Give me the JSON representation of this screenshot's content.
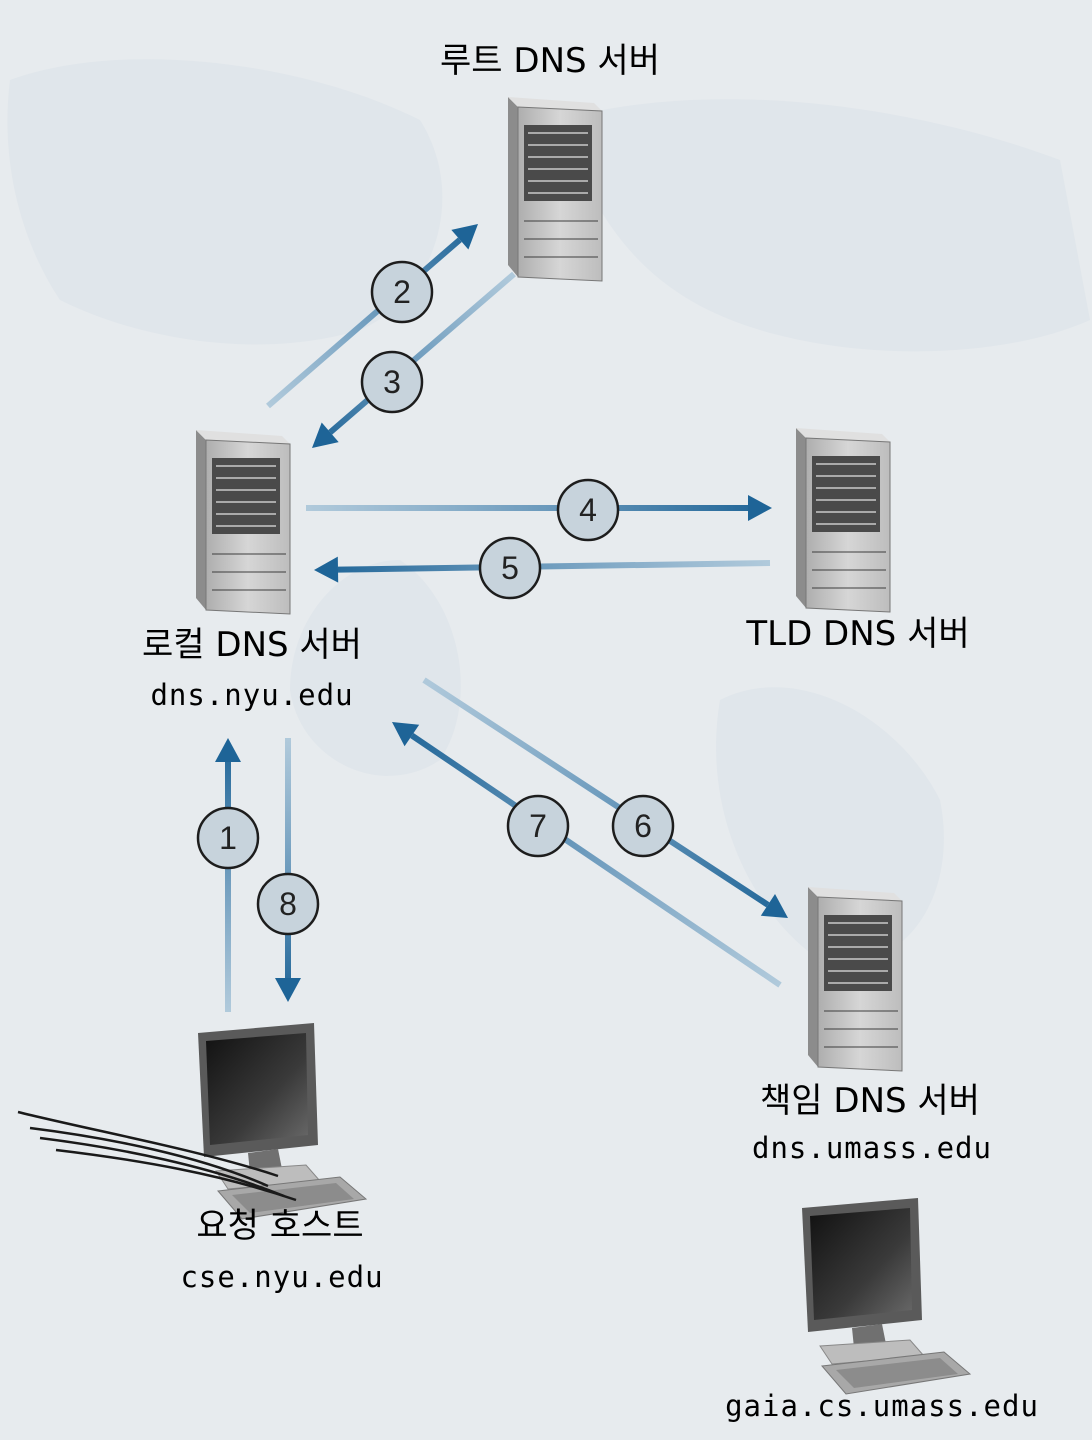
{
  "servers": {
    "root": {
      "name": "루트 DNS 서버",
      "icon": "server-tower-icon"
    },
    "local": {
      "name": "로컬 DNS 서버",
      "host": "dns.nyu.edu",
      "icon": "server-tower-icon"
    },
    "tld": {
      "name": "TLD DNS 서버",
      "icon": "server-tower-icon"
    },
    "authoritative": {
      "name": "책임 DNS 서버",
      "host": "dns.umass.edu",
      "icon": "server-tower-icon"
    }
  },
  "hosts": {
    "requesting": {
      "name": "요청 호스트",
      "host": "cse.nyu.edu",
      "icon": "desktop-computer-icon"
    },
    "target": {
      "host": "gaia.cs.umass.edu",
      "icon": "desktop-computer-icon"
    }
  },
  "steps": [
    {
      "number": "1",
      "from": "requesting",
      "to": "local"
    },
    {
      "number": "2",
      "from": "local",
      "to": "root"
    },
    {
      "number": "3",
      "from": "root",
      "to": "local"
    },
    {
      "number": "4",
      "from": "local",
      "to": "tld"
    },
    {
      "number": "5",
      "from": "tld",
      "to": "local"
    },
    {
      "number": "6",
      "from": "local",
      "to": "authoritative"
    },
    {
      "number": "7",
      "from": "authoritative",
      "to": "local"
    },
    {
      "number": "8",
      "from": "local",
      "to": "requesting"
    }
  ],
  "colors": {
    "arrow_dark": "#1e6497",
    "arrow_light": "#a7c4d8",
    "step_circle": "#c7d3dc",
    "background": "#e7ebee",
    "server_body": "#c2c2c2"
  }
}
